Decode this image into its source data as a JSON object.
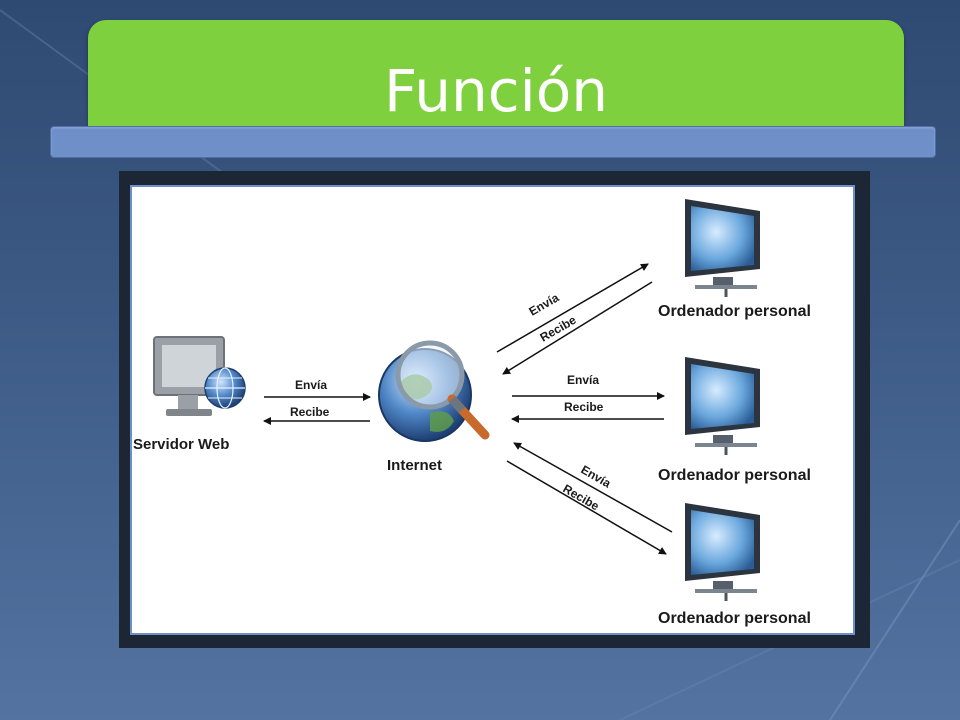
{
  "slide": {
    "title": "Función"
  },
  "diagram": {
    "server_label": "Servidor Web",
    "internet_label": "Internet",
    "pc_labels": [
      "Ordenador personal",
      "Ordenador personal",
      "Ordenador personal"
    ],
    "links": {
      "server_send": "Envía",
      "server_receive": "Recibe",
      "pc1_send": "Envía",
      "pc1_receive": "Recibe",
      "pc2_send": "Envía",
      "pc2_receive": "Recibe",
      "pc3_send": "Envía",
      "pc3_receive": "Recibe"
    },
    "icons": [
      "server-monitor-icon",
      "globe-icon",
      "magnifier-icon",
      "pc-monitor-icon"
    ],
    "colors": {
      "title_bar": "#7ed03e",
      "sub_bar": "#6f8fc8",
      "background": "#3d5b86"
    }
  }
}
